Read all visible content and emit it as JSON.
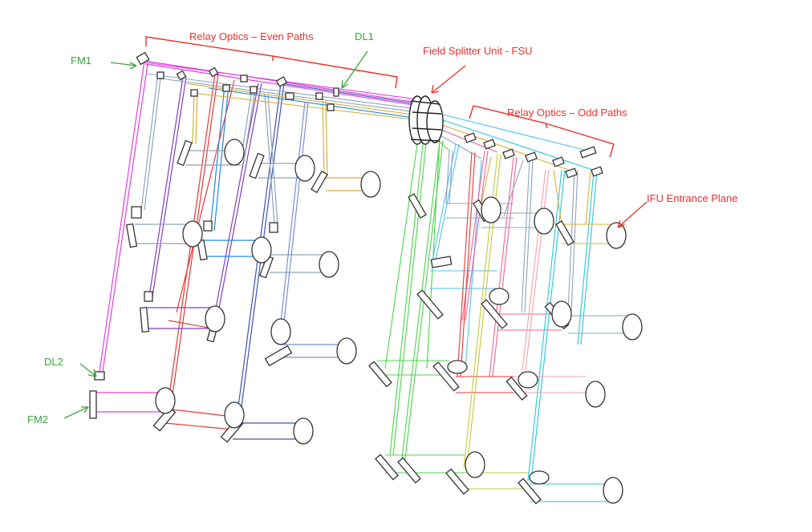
{
  "labels": {
    "relay_even": "Relay Optics – Even Paths",
    "relay_odd": "Relay Optics – Odd Paths",
    "fsu": "Field Splitter Unit - FSU",
    "ifu": "IFU Entrance Plane",
    "dl1": "DL1",
    "fm1": "FM1",
    "dl2": "DL2",
    "fm2": "FM2"
  },
  "colors": {
    "annotation_red": "#e8312e",
    "annotation_green": "#3aa53a",
    "paths": [
      "#e040e0",
      "#7f3fbf",
      "#e53935",
      "#3f51b5",
      "#1e88e5",
      "#8fa3b8",
      "#d6b03a",
      "#49d449",
      "#4fc3f7",
      "#f06292",
      "#26c6da",
      "#c7c73a"
    ]
  }
}
